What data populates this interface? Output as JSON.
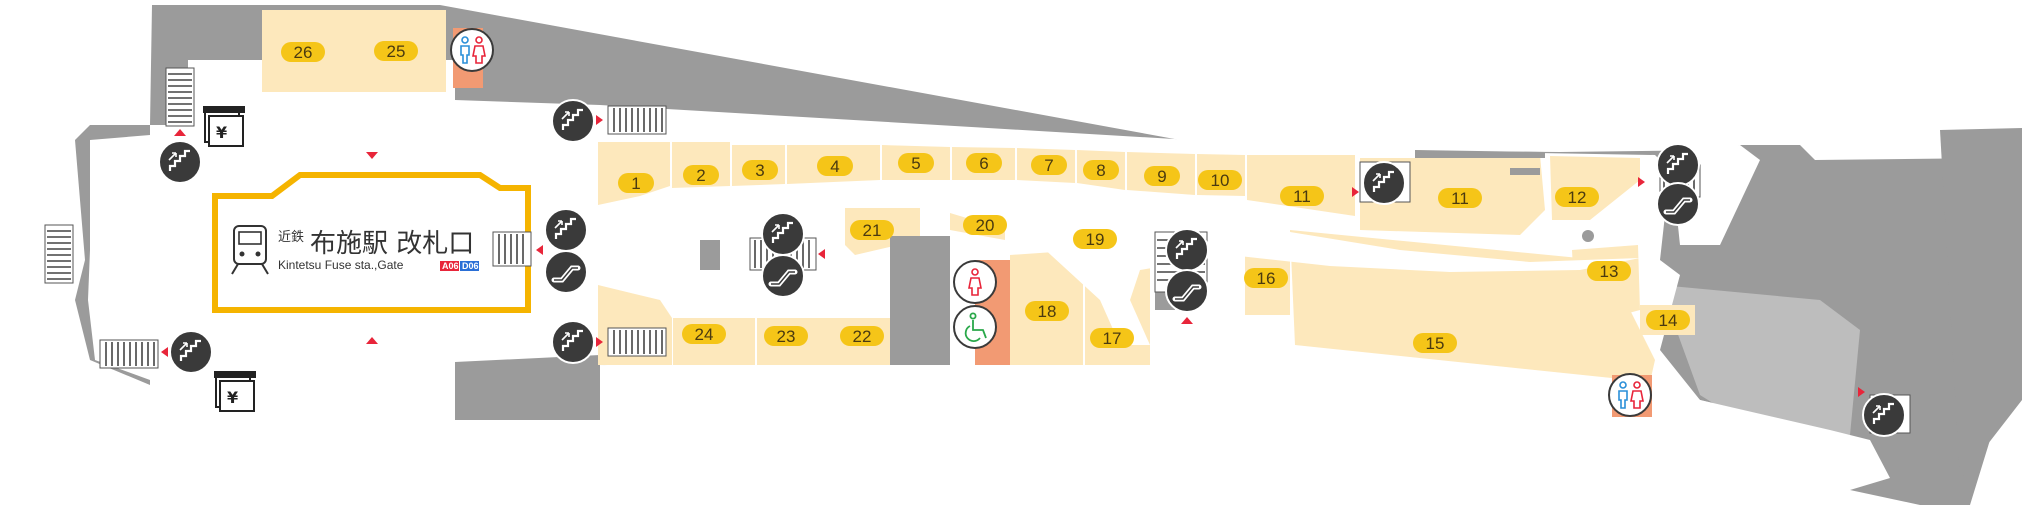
{
  "station": {
    "name_jp_prefix": "近鉄",
    "name_jp": "布施駅 改札口",
    "name_en": "Kintetsu Fuse sta.,Gate",
    "line_code_1": "A06",
    "line_code_2": "D06"
  },
  "icons": {
    "stairs": "stairs-icon",
    "escalator": "escalator-icon",
    "restroom": "restroom-icon",
    "accessible": "accessible-restroom-icon",
    "ticket": "ticket-machine-icon",
    "yen_symbol": "¥"
  },
  "colors": {
    "shop": "#fde8bc",
    "label": "#f5c518",
    "gate_outline": "#f5b400",
    "wall": "#9b9b9b",
    "corridor": "#ffffff",
    "arrow": "#e8253a",
    "icon_dark": "#3a3a3a",
    "restroom_bg": "#f29a73"
  },
  "shops": [
    {
      "id": "shop-1",
      "label": "1"
    },
    {
      "id": "shop-2",
      "label": "2"
    },
    {
      "id": "shop-3",
      "label": "3"
    },
    {
      "id": "shop-4",
      "label": "4"
    },
    {
      "id": "shop-5",
      "label": "5"
    },
    {
      "id": "shop-6",
      "label": "6"
    },
    {
      "id": "shop-7",
      "label": "7"
    },
    {
      "id": "shop-8",
      "label": "8"
    },
    {
      "id": "shop-9",
      "label": "9"
    },
    {
      "id": "shop-10",
      "label": "10"
    },
    {
      "id": "shop-11a",
      "label": "11"
    },
    {
      "id": "shop-11b",
      "label": "11"
    },
    {
      "id": "shop-12",
      "label": "12"
    },
    {
      "id": "shop-13",
      "label": "13"
    },
    {
      "id": "shop-14",
      "label": "14"
    },
    {
      "id": "shop-15",
      "label": "15"
    },
    {
      "id": "shop-16",
      "label": "16"
    },
    {
      "id": "shop-17",
      "label": "17"
    },
    {
      "id": "shop-18",
      "label": "18"
    },
    {
      "id": "shop-19",
      "label": "19"
    },
    {
      "id": "shop-20",
      "label": "20"
    },
    {
      "id": "shop-21",
      "label": "21"
    },
    {
      "id": "shop-22",
      "label": "22"
    },
    {
      "id": "shop-23",
      "label": "23"
    },
    {
      "id": "shop-24",
      "label": "24"
    },
    {
      "id": "shop-25",
      "label": "25"
    },
    {
      "id": "shop-26",
      "label": "26"
    }
  ]
}
